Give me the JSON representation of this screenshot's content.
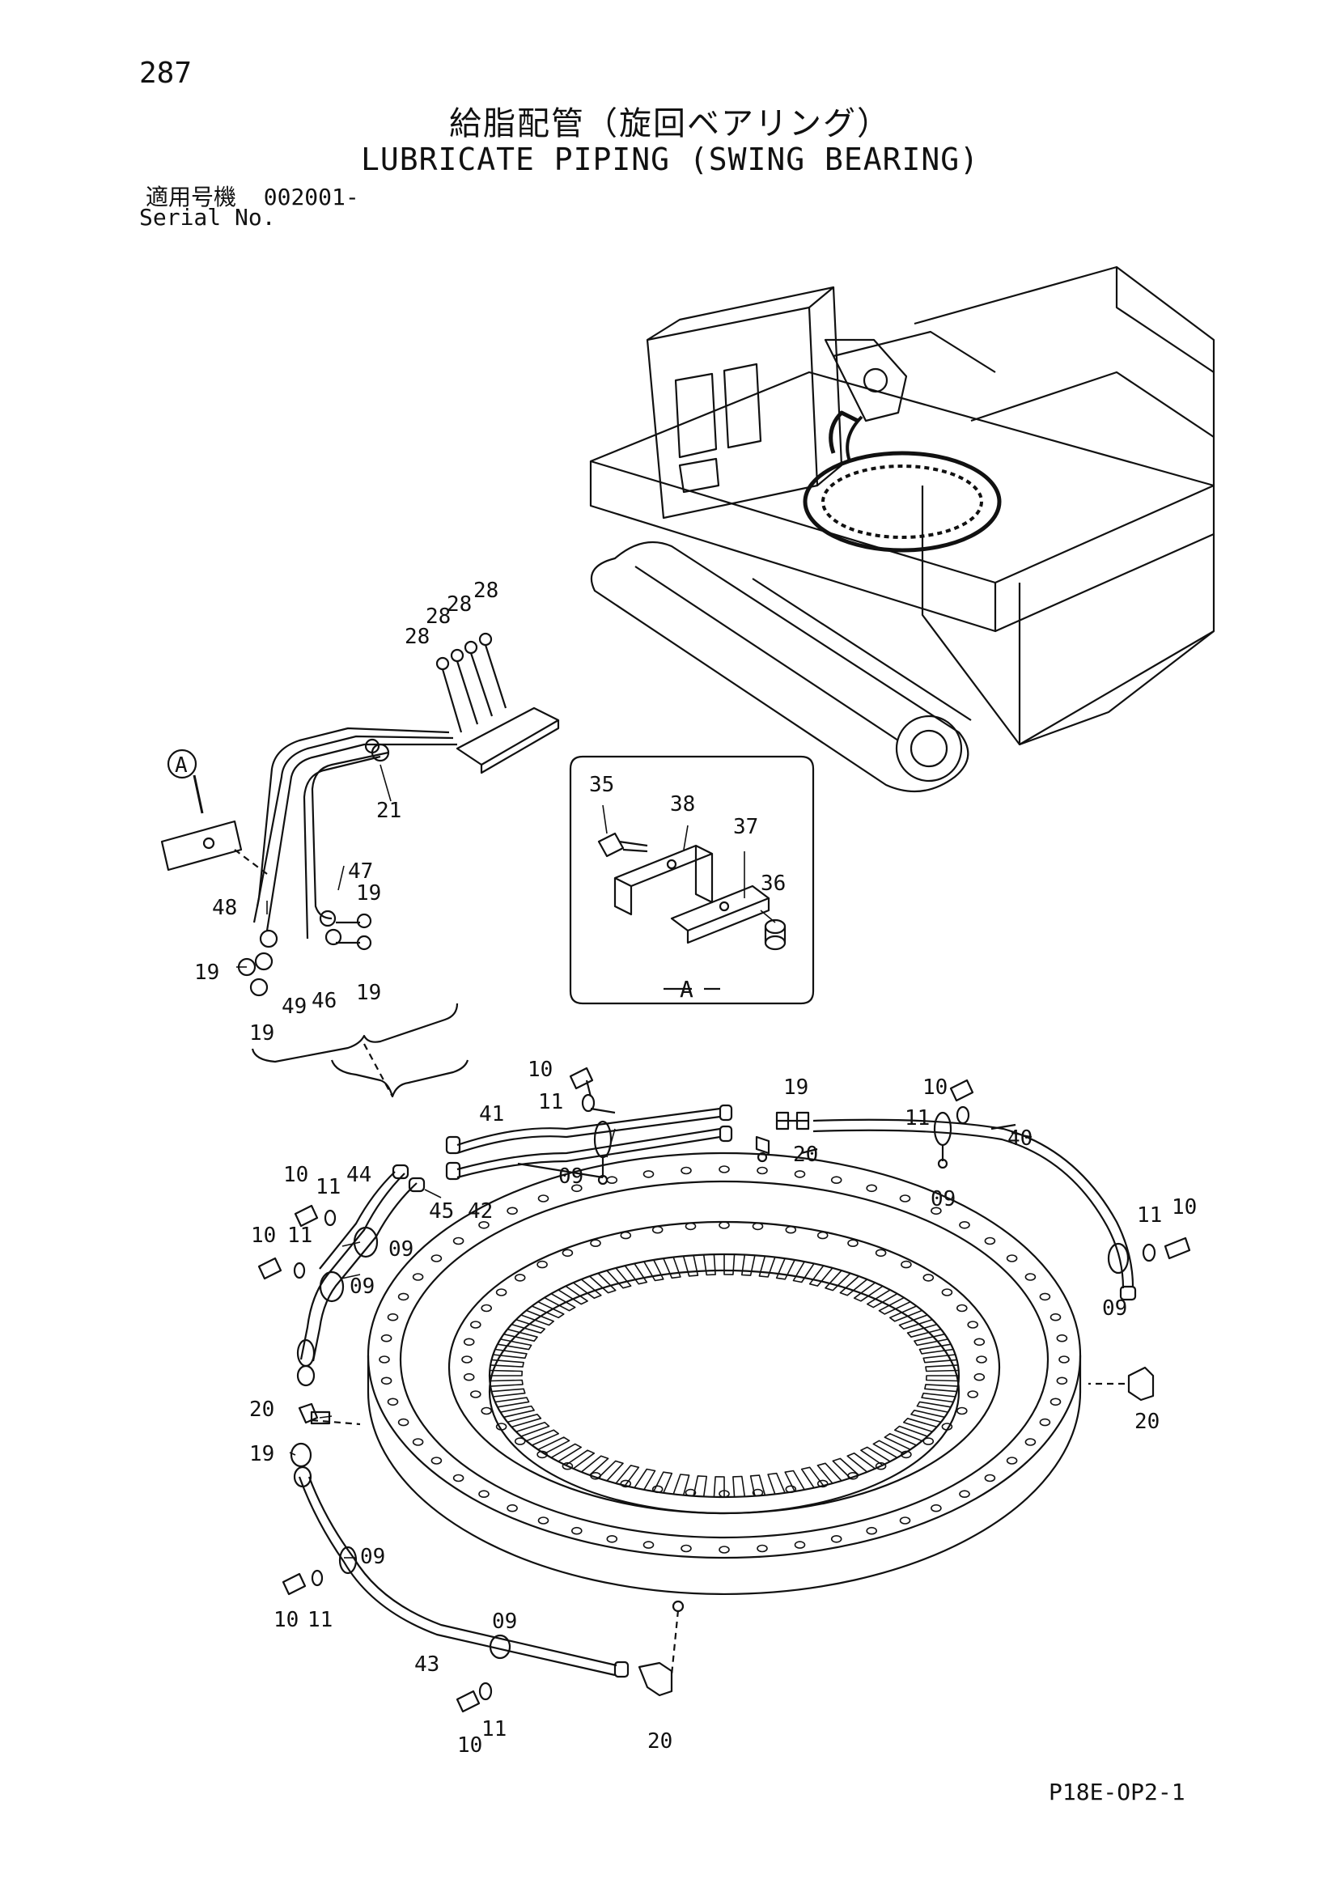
{
  "page_number": "287",
  "title_jp": "給脂配管（旋回ベアリング）",
  "title_en": "LUBRICATE PIPING (SWING BEARING)",
  "serial_label_jp": "適用号機",
  "serial_value": "002001-",
  "serial_label_en": "Serial No.",
  "figure_code": "P18E-OP2-1",
  "detail_label": "A",
  "callouts": [
    {
      "id": "c28a",
      "label": "28"
    },
    {
      "id": "c28b",
      "label": "28"
    },
    {
      "id": "c28c",
      "label": "28"
    },
    {
      "id": "c28d",
      "label": "28"
    },
    {
      "id": "c21",
      "label": "21"
    },
    {
      "id": "c47",
      "label": "47"
    },
    {
      "id": "c48",
      "label": "48"
    },
    {
      "id": "c19a",
      "label": "19"
    },
    {
      "id": "c19b",
      "label": "19"
    },
    {
      "id": "c19c",
      "label": "19"
    },
    {
      "id": "c19d",
      "label": "19"
    },
    {
      "id": "c49",
      "label": "49"
    },
    {
      "id": "c46",
      "label": "46"
    },
    {
      "id": "c35",
      "label": "35"
    },
    {
      "id": "c38",
      "label": "38"
    },
    {
      "id": "c37",
      "label": "37"
    },
    {
      "id": "c36",
      "label": "36"
    },
    {
      "id": "cA",
      "label": "A"
    },
    {
      "id": "c10a",
      "label": "10"
    },
    {
      "id": "c11a",
      "label": "11"
    },
    {
      "id": "c41",
      "label": "41"
    },
    {
      "id": "c09a",
      "label": "09"
    },
    {
      "id": "c42",
      "label": "42"
    },
    {
      "id": "c19e",
      "label": "19"
    },
    {
      "id": "c20a",
      "label": "20"
    },
    {
      "id": "c10b",
      "label": "10"
    },
    {
      "id": "c11b",
      "label": "11"
    },
    {
      "id": "c40",
      "label": "40"
    },
    {
      "id": "c09b",
      "label": "09"
    },
    {
      "id": "c11c",
      "label": "11"
    },
    {
      "id": "c10c",
      "label": "10"
    },
    {
      "id": "c09c",
      "label": "09"
    },
    {
      "id": "c20b",
      "label": "20"
    },
    {
      "id": "c10d",
      "label": "10"
    },
    {
      "id": "c11d",
      "label": "11"
    },
    {
      "id": "c44",
      "label": "44"
    },
    {
      "id": "c45",
      "label": "45"
    },
    {
      "id": "c10e",
      "label": "10"
    },
    {
      "id": "c11e",
      "label": "11"
    },
    {
      "id": "c09d",
      "label": "09"
    },
    {
      "id": "c09e",
      "label": "09"
    },
    {
      "id": "c20c",
      "label": "20"
    },
    {
      "id": "c19f",
      "label": "19"
    },
    {
      "id": "c09f",
      "label": "09"
    },
    {
      "id": "c10f",
      "label": "10"
    },
    {
      "id": "c11f",
      "label": "11"
    },
    {
      "id": "c09g",
      "label": "09"
    },
    {
      "id": "c43",
      "label": "43"
    },
    {
      "id": "c10g",
      "label": "10"
    },
    {
      "id": "c11g",
      "label": "11"
    },
    {
      "id": "c20d",
      "label": "20"
    }
  ]
}
